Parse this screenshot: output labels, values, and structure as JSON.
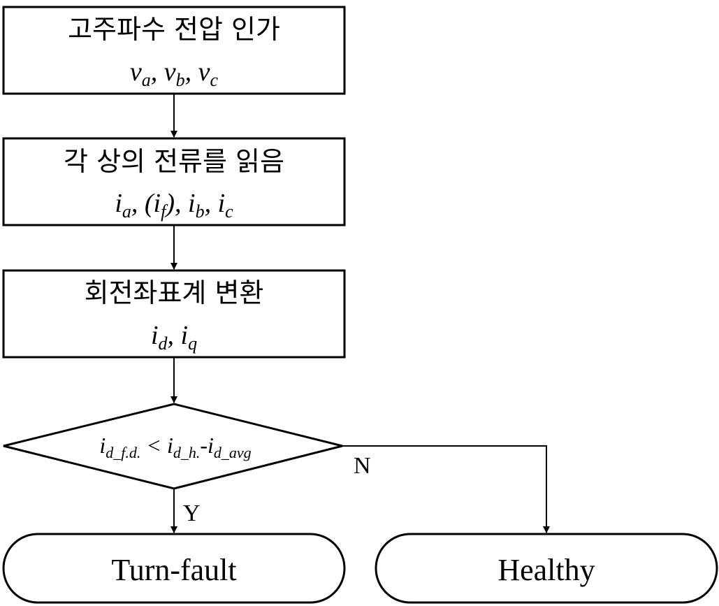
{
  "steps": [
    {
      "title": "고주파수 전압 인가"
    },
    {
      "title": "각 상의 전류를 읽음"
    },
    {
      "title": "회전좌표계 변환"
    }
  ],
  "decision": {
    "yes_label": "Y",
    "no_label": "N"
  },
  "terminals": {
    "yes_result": "Turn-fault",
    "no_result": "Healthy"
  }
}
